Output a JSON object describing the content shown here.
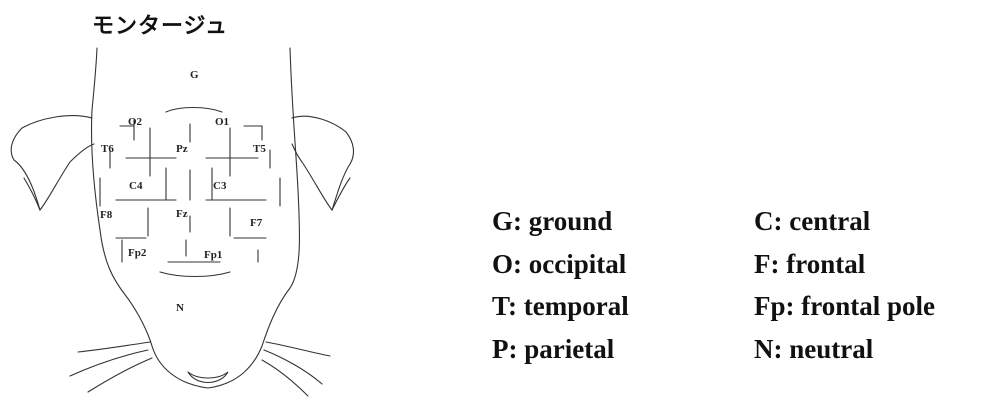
{
  "title": "モンタージュ",
  "electrodes": {
    "G": "G",
    "O2": "O2",
    "O1": "O1",
    "T6": "T6",
    "Pz": "Pz",
    "T5": "T5",
    "C4": "C4",
    "C3": "C3",
    "F8": "F8",
    "Fz": "Fz",
    "F7": "F7",
    "Fp2": "Fp2",
    "Fp1": "Fp1",
    "N": "N"
  },
  "legend": {
    "left": [
      "G: ground",
      "O: occipital",
      "T: temporal",
      "P: parietal"
    ],
    "right": [
      "C: central",
      "F: frontal",
      "Fp: frontal pole",
      "N: neutral"
    ]
  },
  "colors": {
    "line": "#333333",
    "text": "#111111"
  }
}
